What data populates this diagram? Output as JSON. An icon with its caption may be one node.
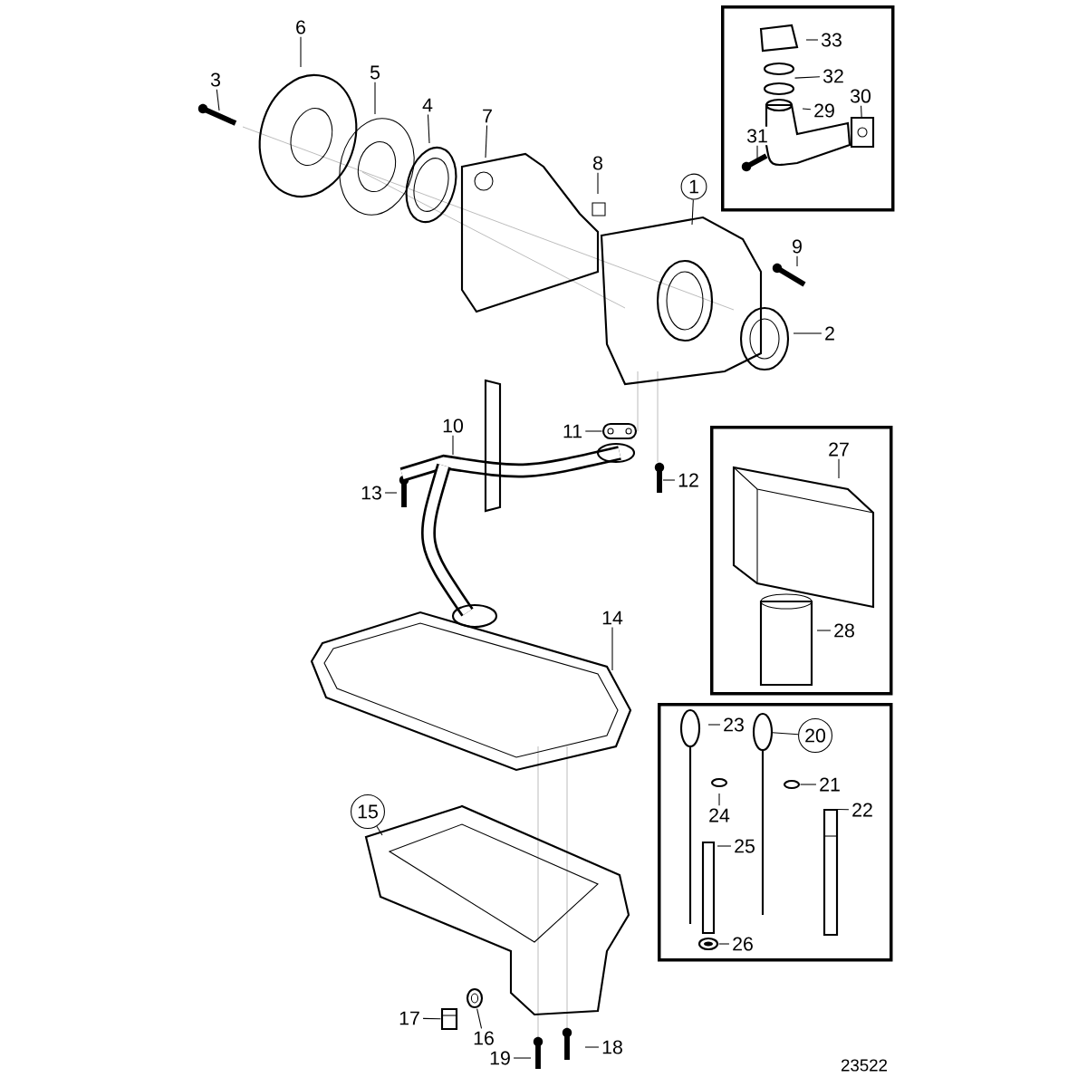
{
  "diagram": {
    "nodes": [
      {
        "text": [
          "6"
        ]
      },
      {
        "text": [
          "3"
        ]
      },
      {
        "text": [
          "5"
        ]
      },
      {
        "text": [
          "4"
        ]
      },
      {
        "text": [
          "7"
        ]
      },
      {
        "text": [],
        "shape": "box"
      },
      {
        "text": [
          "33"
        ],
        "in": 5
      },
      {
        "text": [
          "32"
        ],
        "in": 5
      },
      {
        "text": [
          "29"
        ],
        "in": 5
      },
      {
        "text": [
          "30"
        ],
        "in": 5
      },
      {
        "text": [
          "31"
        ],
        "in": 5
      },
      {
        "text": [
          "8"
        ]
      },
      {
        "text": [
          "1"
        ]
      },
      {
        "text": [
          "9"
        ]
      },
      {
        "text": [
          "2"
        ]
      },
      {
        "text": [
          "10"
        ]
      },
      {
        "text": [
          "11"
        ]
      },
      {
        "text": [
          "13"
        ]
      },
      {
        "text": [
          "12"
        ]
      },
      {
        "text": [],
        "shape": "box"
      },
      {
        "text": [
          "27"
        ],
        "in": 19
      },
      {
        "text": [
          "28"
        ],
        "in": 19
      },
      {
        "text": [
          "14"
        ]
      },
      {
        "text": [],
        "shape": "box"
      },
      {
        "text": [
          "23"
        ],
        "in": 23
      },
      {
        "text": [
          "20"
        ],
        "in": 23
      },
      {
        "text": [
          "24"
        ],
        "in": 23
      },
      {
        "text": [
          "21"
        ],
        "in": 23
      },
      {
        "text": [
          "22"
        ],
        "in": 23
      },
      {
        "text": [
          "25"
        ],
        "in": 23
      },
      {
        "text": [
          "26"
        ],
        "in": 23
      },
      {
        "text": [
          "15"
        ]
      },
      {
        "text": [
          "17"
        ]
      },
      {
        "text": [
          "16"
        ]
      },
      {
        "text": [
          "19"
        ]
      },
      {
        "text": [
          "18"
        ]
      },
      {
        "text": [],
        "shape": "picture",
        "in": 5
      },
      {
        "text": [],
        "shape": "picture",
        "in": 23
      },
      {
        "text": [],
        "shape": "picture",
        "in": 23
      },
      {
        "text": [],
        "shape": "picture"
      },
      {
        "text": [],
        "shape": "picture",
        "in": 5
      },
      {
        "text": [],
        "shape": "picture"
      },
      {
        "text": [],
        "shape": "picture",
        "in": 23
      },
      {
        "text": [],
        "shape": "picture",
        "in": 23
      },
      {
        "text": [],
        "shape": "picture"
      }
    ],
    "edges": [
      {
        "from": 0,
        "to": null,
        "arrow": "none"
      },
      {
        "from": 1,
        "to": null,
        "arrow": "none"
      },
      {
        "from": 2,
        "to": null,
        "arrow": "none"
      },
      {
        "from": 3,
        "to": null,
        "arrow": "none"
      },
      {
        "from": 4,
        "to": null,
        "arrow": "none"
      },
      {
        "from": 6,
        "to": null,
        "arrow": "none"
      },
      {
        "from": 7,
        "to": 40,
        "arrow": "none"
      },
      {
        "from": 8,
        "to": null,
        "arrow": "none"
      },
      {
        "from": 9,
        "to": 36,
        "arrow": "none"
      },
      {
        "from": 10,
        "to": null,
        "arrow": "none"
      },
      {
        "from": 11,
        "to": null,
        "arrow": "none"
      },
      {
        "from": 12,
        "to": null,
        "arrow": "none"
      },
      {
        "from": 13,
        "to": null,
        "arrow": "none"
      },
      {
        "from": 14,
        "to": null,
        "arrow": "none"
      },
      {
        "from": 15,
        "to": null,
        "arrow": "none"
      },
      {
        "from": 16,
        "to": 41,
        "arrow": "none"
      },
      {
        "from": 17,
        "to": null,
        "arrow": "none"
      },
      {
        "from": 18,
        "to": null,
        "arrow": "none"
      },
      {
        "from": 20,
        "to": null,
        "arrow": "none"
      },
      {
        "from": 21,
        "to": null,
        "arrow": "none"
      },
      {
        "from": 22,
        "to": null,
        "arrow": "none"
      },
      {
        "from": 24,
        "to": null,
        "arrow": "none"
      },
      {
        "from": 25,
        "to": 37,
        "arrow": "none"
      },
      {
        "from": 26,
        "to": null,
        "arrow": "none"
      },
      {
        "from": 27,
        "to": 42,
        "arrow": "none"
      },
      {
        "from": 28,
        "to": 38,
        "arrow": "none"
      },
      {
        "from": 29,
        "to": null,
        "arrow": "none"
      },
      {
        "from": 30,
        "to": 43,
        "arrow": "none"
      },
      {
        "from": 31,
        "to": null,
        "arrow": "none"
      },
      {
        "from": 32,
        "to": 39,
        "arrow": "none"
      },
      {
        "from": 33,
        "to": 44,
        "arrow": "none"
      },
      {
        "from": 34,
        "to": null,
        "arrow": "none"
      },
      {
        "from": 35,
        "to": null,
        "arrow": "none"
      }
    ],
    "labels": [
      "23522"
    ]
  }
}
